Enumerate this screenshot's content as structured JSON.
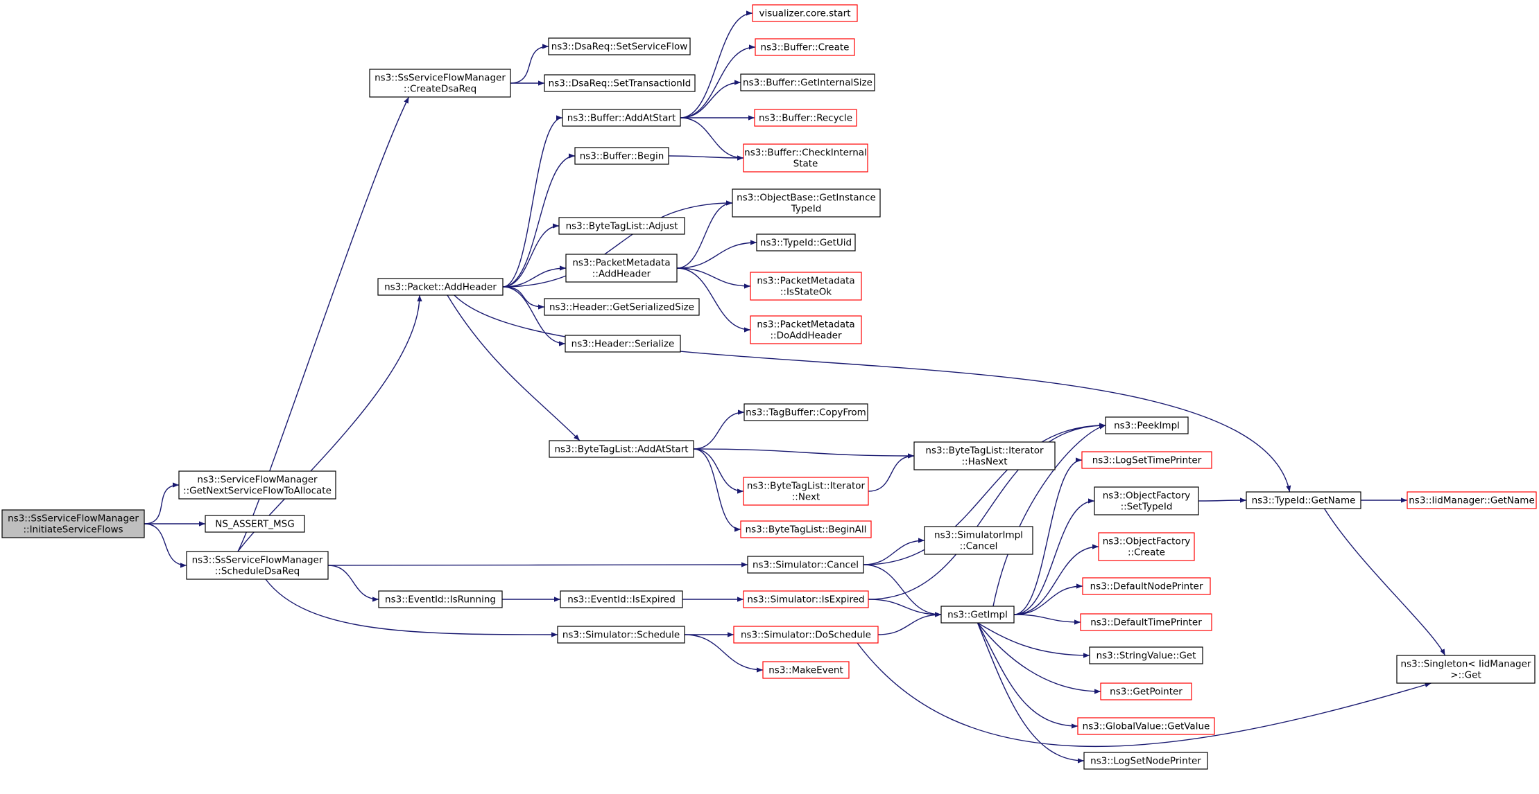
{
  "graph": {
    "nodes": [
      {
        "id": "root",
        "style": "root",
        "lines": [
          "ns3::SsServiceFlowManager",
          "::InitiateServiceFlows"
        ]
      },
      {
        "id": "getnext",
        "style": "black",
        "lines": [
          "ns3::ServiceFlowManager",
          "::GetNextServiceFlowToAllocate"
        ]
      },
      {
        "id": "assert",
        "style": "black",
        "lines": [
          "NS_ASSERT_MSG"
        ]
      },
      {
        "id": "schedule",
        "style": "black",
        "lines": [
          "ns3::SsServiceFlowManager",
          "::ScheduleDsaReq"
        ]
      },
      {
        "id": "createdsa",
        "style": "black",
        "lines": [
          "ns3::SsServiceFlowManager",
          "::CreateDsaReq"
        ]
      },
      {
        "id": "setsf",
        "style": "black",
        "lines": [
          "ns3::DsaReq::SetServiceFlow"
        ]
      },
      {
        "id": "settid",
        "style": "black",
        "lines": [
          "ns3::DsaReq::SetTransactionId"
        ]
      },
      {
        "id": "addheader",
        "style": "black",
        "lines": [
          "ns3::Packet::AddHeader"
        ]
      },
      {
        "id": "bufadd",
        "style": "black",
        "lines": [
          "ns3::Buffer::AddAtStart"
        ]
      },
      {
        "id": "bufbegin",
        "style": "black",
        "lines": [
          "ns3::Buffer::Begin"
        ]
      },
      {
        "id": "btladjust",
        "style": "black",
        "lines": [
          "ns3::ByteTagList::Adjust"
        ]
      },
      {
        "id": "pmadd",
        "style": "black",
        "lines": [
          "ns3::PacketMetadata",
          "::AddHeader"
        ]
      },
      {
        "id": "hdrsize",
        "style": "black",
        "lines": [
          "ns3::Header::GetSerializedSize"
        ]
      },
      {
        "id": "hdrser",
        "style": "black",
        "lines": [
          "ns3::Header::Serialize"
        ]
      },
      {
        "id": "btladd",
        "style": "black",
        "lines": [
          "ns3::ByteTagList::AddAtStart"
        ]
      },
      {
        "id": "vis",
        "style": "red",
        "lines": [
          "visualizer.core.start"
        ]
      },
      {
        "id": "bufcreate",
        "style": "red",
        "lines": [
          "ns3::Buffer::Create"
        ]
      },
      {
        "id": "bufinternal",
        "style": "black",
        "lines": [
          "ns3::Buffer::GetInternalSize"
        ]
      },
      {
        "id": "bufrecycle",
        "style": "red",
        "lines": [
          "ns3::Buffer::Recycle"
        ]
      },
      {
        "id": "bufcheck",
        "style": "red",
        "lines": [
          "ns3::Buffer::CheckInternal",
          "State"
        ]
      },
      {
        "id": "objbase",
        "style": "black",
        "lines": [
          "ns3::ObjectBase::GetInstance",
          "TypeId"
        ]
      },
      {
        "id": "getuid",
        "style": "black",
        "lines": [
          "ns3::TypeId::GetUid"
        ]
      },
      {
        "id": "isstateok",
        "style": "red",
        "lines": [
          "ns3::PacketMetadata",
          "::IsStateOk"
        ]
      },
      {
        "id": "doaddhdr",
        "style": "red",
        "lines": [
          "ns3::PacketMetadata",
          "::DoAddHeader"
        ]
      },
      {
        "id": "tagcopy",
        "style": "black",
        "lines": [
          "ns3::TagBuffer::CopyFrom"
        ]
      },
      {
        "id": "hasnext",
        "style": "black",
        "lines": [
          "ns3::ByteTagList::Iterator",
          "::HasNext"
        ]
      },
      {
        "id": "itnext",
        "style": "red",
        "lines": [
          "ns3::ByteTagList::Iterator",
          "::Next"
        ]
      },
      {
        "id": "beginall",
        "style": "red",
        "lines": [
          "ns3::ByteTagList::BeginAll"
        ]
      },
      {
        "id": "cancel",
        "style": "black",
        "lines": [
          "ns3::Simulator::Cancel"
        ]
      },
      {
        "id": "simimplcancel",
        "style": "black",
        "lines": [
          "ns3::SimulatorImpl",
          "::Cancel"
        ]
      },
      {
        "id": "isrunning",
        "style": "black",
        "lines": [
          "ns3::EventId::IsRunning"
        ]
      },
      {
        "id": "eidexpired",
        "style": "black",
        "lines": [
          "ns3::EventId::IsExpired"
        ]
      },
      {
        "id": "simexpired",
        "style": "red",
        "lines": [
          "ns3::Simulator::IsExpired"
        ]
      },
      {
        "id": "simschedule",
        "style": "black",
        "lines": [
          "ns3::Simulator::Schedule"
        ]
      },
      {
        "id": "dosched",
        "style": "red",
        "lines": [
          "ns3::Simulator::DoSchedule"
        ]
      },
      {
        "id": "makeevent",
        "style": "red",
        "lines": [
          "ns3::MakeEvent"
        ]
      },
      {
        "id": "getimpl",
        "style": "black",
        "lines": [
          "ns3::GetImpl"
        ]
      },
      {
        "id": "peekimpl",
        "style": "black",
        "lines": [
          "ns3::PeekImpl"
        ]
      },
      {
        "id": "logtime",
        "style": "red",
        "lines": [
          "ns3::LogSetTimePrinter"
        ]
      },
      {
        "id": "ofsettype",
        "style": "black",
        "lines": [
          "ns3::ObjectFactory",
          "::SetTypeId"
        ]
      },
      {
        "id": "ofcreate",
        "style": "red",
        "lines": [
          "ns3::ObjectFactory",
          "::Create"
        ]
      },
      {
        "id": "defnode",
        "style": "red",
        "lines": [
          "ns3::DefaultNodePrinter"
        ]
      },
      {
        "id": "deftime",
        "style": "red",
        "lines": [
          "ns3::DefaultTimePrinter"
        ]
      },
      {
        "id": "strget",
        "style": "black",
        "lines": [
          "ns3::StringValue::Get"
        ]
      },
      {
        "id": "getptr",
        "style": "red",
        "lines": [
          "ns3::GetPointer"
        ]
      },
      {
        "id": "gvget",
        "style": "red",
        "lines": [
          "ns3::GlobalValue::GetValue"
        ]
      },
      {
        "id": "lognode",
        "style": "black",
        "lines": [
          "ns3::LogSetNodePrinter"
        ]
      },
      {
        "id": "getname",
        "style": "black",
        "lines": [
          "ns3::TypeId::GetName"
        ]
      },
      {
        "id": "iidname",
        "style": "red",
        "lines": [
          "ns3::IidManager::GetName"
        ]
      },
      {
        "id": "singleton",
        "style": "black",
        "lines": [
          "ns3::Singleton< IidManager",
          ">::Get"
        ]
      }
    ],
    "edges": [
      [
        "root",
        "getnext"
      ],
      [
        "root",
        "assert"
      ],
      [
        "root",
        "schedule"
      ],
      [
        "schedule",
        "createdsa"
      ],
      [
        "schedule",
        "addheader"
      ],
      [
        "schedule",
        "cancel"
      ],
      [
        "schedule",
        "isrunning"
      ],
      [
        "schedule",
        "simschedule"
      ],
      [
        "createdsa",
        "setsf"
      ],
      [
        "createdsa",
        "settid"
      ],
      [
        "addheader",
        "bufadd"
      ],
      [
        "addheader",
        "bufbegin"
      ],
      [
        "addheader",
        "objbase"
      ],
      [
        "addheader",
        "btladjust"
      ],
      [
        "addheader",
        "pmadd"
      ],
      [
        "addheader",
        "hdrsize"
      ],
      [
        "addheader",
        "hdrser"
      ],
      [
        "addheader",
        "btladd"
      ],
      [
        "addheader",
        "getname"
      ],
      [
        "bufadd",
        "vis"
      ],
      [
        "bufadd",
        "bufcreate"
      ],
      [
        "bufadd",
        "bufinternal"
      ],
      [
        "bufadd",
        "bufrecycle"
      ],
      [
        "bufadd",
        "bufcheck"
      ],
      [
        "bufbegin",
        "bufcheck"
      ],
      [
        "pmadd",
        "objbase"
      ],
      [
        "pmadd",
        "getuid"
      ],
      [
        "pmadd",
        "isstateok"
      ],
      [
        "pmadd",
        "doaddhdr"
      ],
      [
        "btladd",
        "tagcopy"
      ],
      [
        "btladd",
        "hasnext"
      ],
      [
        "btladd",
        "itnext"
      ],
      [
        "btladd",
        "beginall"
      ],
      [
        "itnext",
        "hasnext"
      ],
      [
        "cancel",
        "peekimpl"
      ],
      [
        "cancel",
        "simimplcancel"
      ],
      [
        "cancel",
        "getimpl"
      ],
      [
        "isrunning",
        "eidexpired"
      ],
      [
        "eidexpired",
        "simexpired"
      ],
      [
        "simexpired",
        "peekimpl"
      ],
      [
        "simexpired",
        "getimpl"
      ],
      [
        "simschedule",
        "dosched"
      ],
      [
        "simschedule",
        "makeevent"
      ],
      [
        "dosched",
        "getimpl"
      ],
      [
        "dosched",
        "singleton"
      ],
      [
        "getimpl",
        "peekimpl"
      ],
      [
        "getimpl",
        "logtime"
      ],
      [
        "getimpl",
        "ofsettype"
      ],
      [
        "getimpl",
        "ofcreate"
      ],
      [
        "getimpl",
        "defnode"
      ],
      [
        "getimpl",
        "deftime"
      ],
      [
        "getimpl",
        "strget"
      ],
      [
        "getimpl",
        "getptr"
      ],
      [
        "getimpl",
        "gvget"
      ],
      [
        "getimpl",
        "lognode"
      ],
      [
        "ofsettype",
        "getname"
      ],
      [
        "getname",
        "iidname"
      ],
      [
        "getname",
        "singleton"
      ]
    ]
  },
  "colors": {
    "edge": "#191970",
    "node_border": "#000000",
    "node_border_red": "#ff0000",
    "root_fill": "#bfbfbf"
  }
}
